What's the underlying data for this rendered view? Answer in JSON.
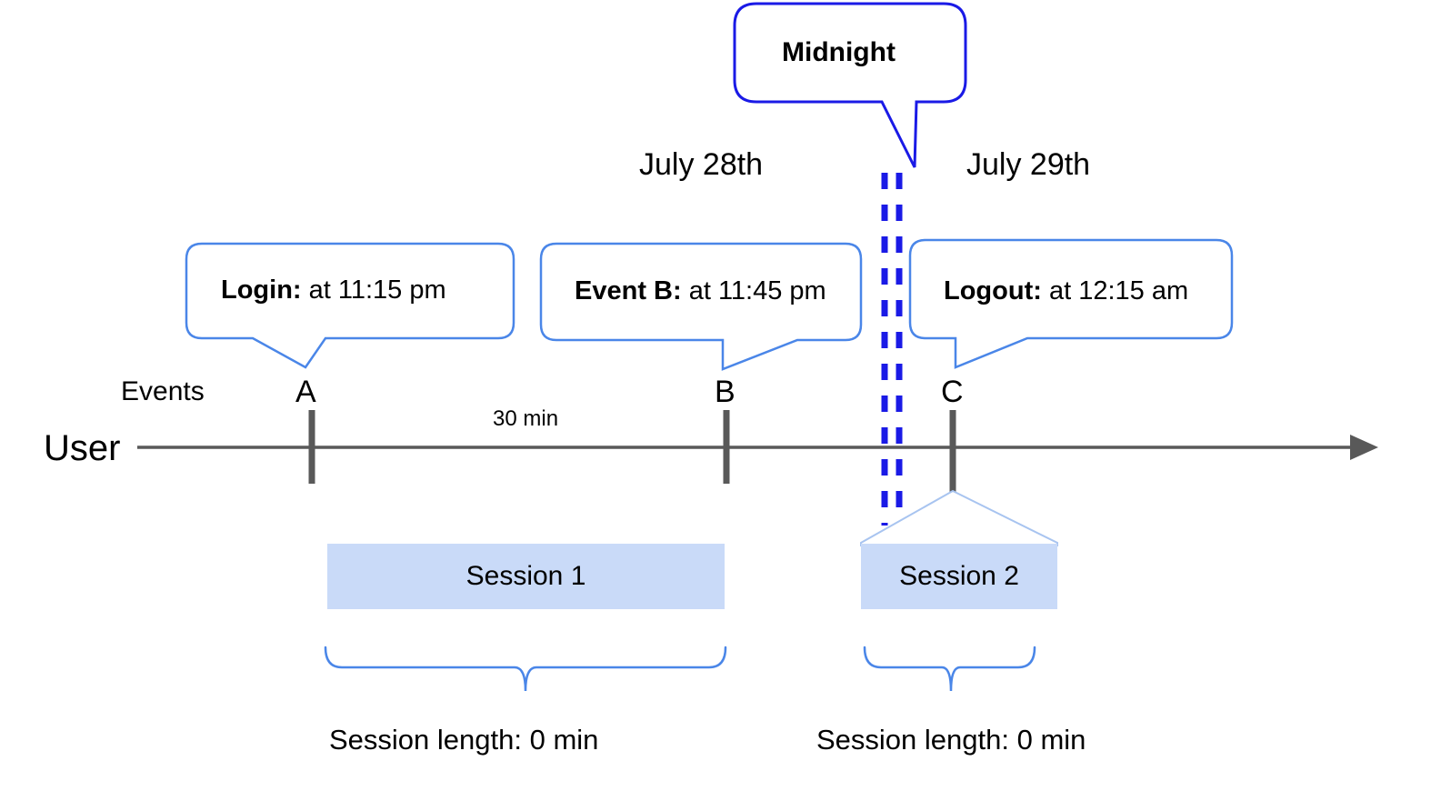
{
  "figure": {
    "title_callout": "Midnight",
    "axis_labels": {
      "events_row": "Events",
      "user_row": "User"
    },
    "dates": [
      {
        "label": "July 28th"
      },
      {
        "label": "July 29th"
      }
    ],
    "midnight_marker": {
      "label": "Midnight",
      "style": "double-dashed-vertical-line",
      "color": "#1a1ae6"
    },
    "events": [
      {
        "id": "A",
        "marker_label": "A",
        "callout_bold": "Login:",
        "callout_rest": " at 11:15 pm"
      },
      {
        "id": "B",
        "marker_label": "B",
        "callout_bold": "Event B:",
        "callout_rest": " at 11:45 pm"
      },
      {
        "id": "C",
        "marker_label": "C",
        "callout_bold": "Logout:",
        "callout_rest": " at 12:15 am"
      }
    ],
    "gap_label": "30 min",
    "sessions": [
      {
        "name": "Session 1",
        "length_label": "Session length: 0 min"
      },
      {
        "name": "Session 2",
        "length_label": "Session length: 0 min"
      }
    ],
    "colors": {
      "callout_border": "#4a86e8",
      "midnight_border": "#1a1ae6",
      "session_fill": "#c9daf8",
      "session_edge": "#a8c4f0",
      "timeline": "#595959",
      "tick": "#595959",
      "brace": "#4a86e8"
    }
  }
}
